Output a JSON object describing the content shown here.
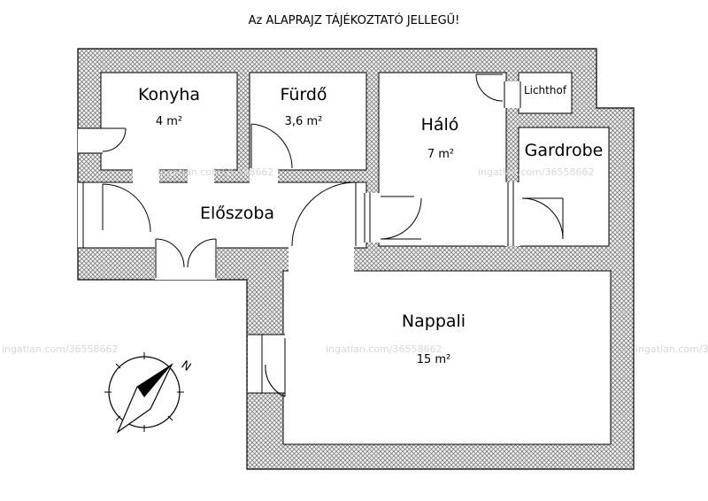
{
  "title": "Az ALAPRAJZ TÁJÉKOZTATÓ JELLEGŰ!",
  "rooms": {
    "konyha": {
      "name": "Konyha",
      "area": "4 m²"
    },
    "furdo": {
      "name": "Fürdő",
      "area": "3,6 m²"
    },
    "halo": {
      "name": "Háló",
      "area": "7 m²"
    },
    "lichthof": {
      "name": "Lichthof"
    },
    "gardrobe": {
      "name": "Gardrobe"
    },
    "eloszoba": {
      "name": "Előszoba"
    },
    "nappali": {
      "name": "Nappali",
      "area": "15 m²"
    }
  },
  "compass": {
    "label": "N"
  },
  "watermark": "ingatlan.com/36558662"
}
